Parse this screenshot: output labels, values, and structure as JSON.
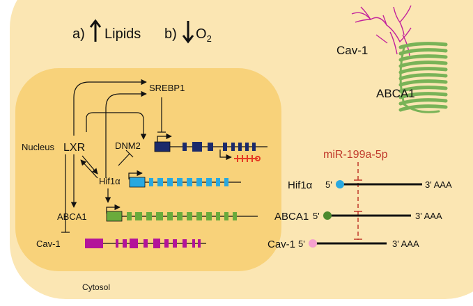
{
  "colors": {
    "cell": "#fbe6b3",
    "nucleus": "#f8d27a",
    "mirna": "#c0392b",
    "srebp_gene": "#1b2a6b",
    "hif_gene": "#29a8e0",
    "abca_gene": "#6aab3c",
    "cav_gene": "#b3139a",
    "cav_protein": "#c2229c",
    "abca_protein": "#79b357",
    "hif_dot": "#29a8e0",
    "abca_dot": "#4c8a2f",
    "cav_dot": "#f5a0cf"
  },
  "header": {
    "a_label": "a)",
    "a_text": "Lipids",
    "b_label": "b)",
    "b_text": "O",
    "b_sub": "2"
  },
  "membrane": {
    "cav1": "Cav-1",
    "abca1": "ABCA1"
  },
  "nucleus": {
    "label": "Nucleus",
    "lxr": "LXR",
    "srebp1": "SREBP1",
    "dnm2": "DNM2",
    "hif1a": "Hif1α",
    "abca1": "ABCA1",
    "cav1": "Cav-1"
  },
  "cytosol": {
    "label": "Cytosol"
  },
  "mrna": {
    "mirna": "miR-199a-5p",
    "rows": [
      {
        "name": "Hif1α",
        "five": "5'",
        "three": "3' AAA"
      },
      {
        "name": "ABCA1",
        "five": "5'",
        "three": "3' AAA"
      },
      {
        "name": "Cav-1",
        "five": "5'",
        "three": "3' AAA"
      }
    ]
  }
}
